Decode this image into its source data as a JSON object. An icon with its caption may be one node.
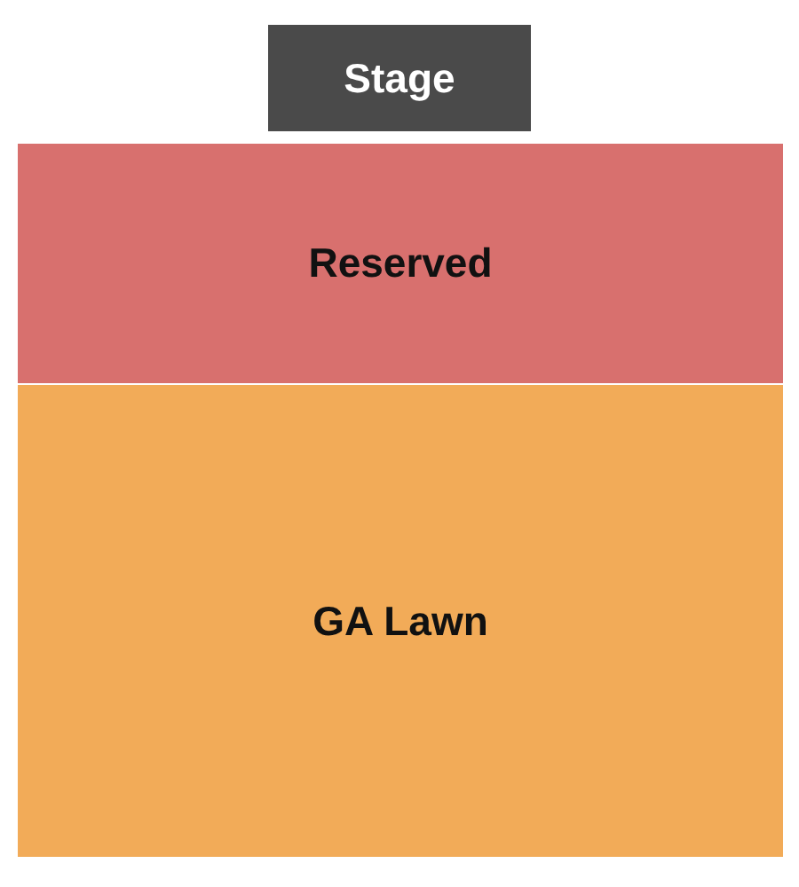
{
  "diagram": {
    "nodes": [
      {
        "text": [
          "Stage"
        ]
      },
      {
        "text": [
          "Reserved"
        ]
      },
      {
        "text": [
          "GA Lawn"
        ]
      }
    ]
  }
}
